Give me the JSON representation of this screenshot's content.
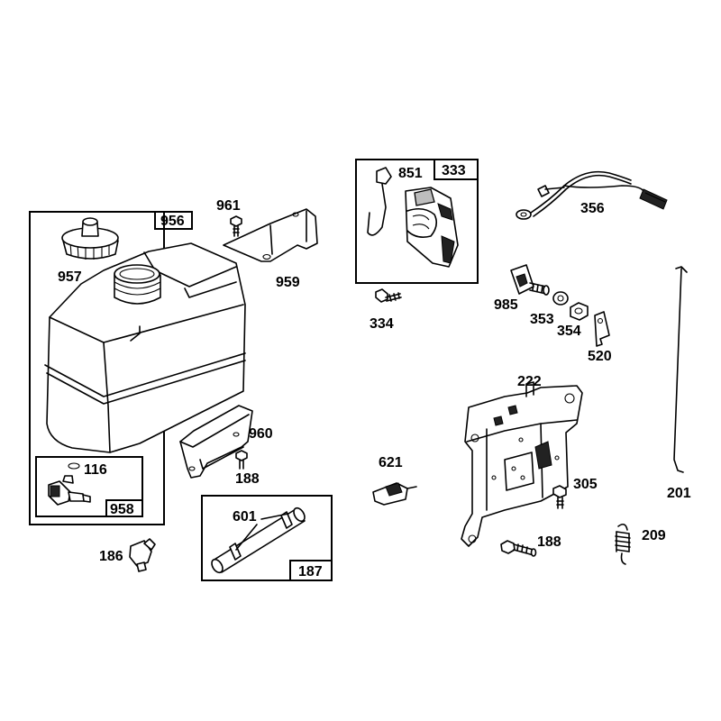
{
  "parts": {
    "fuel_tank_kit": "956",
    "fuel_cap": "957",
    "fuel_shutoff_kit": "958",
    "fuel_valve": "116",
    "elbow_fitting": "186",
    "bracket_screw_top": "961",
    "tank_bracket": "959",
    "tank_strap": "960",
    "screw_lower": "188",
    "fuel_line_kit": "187",
    "hose_clamp": "601",
    "armature_kit": "333",
    "armature_magneto": "851",
    "screw_armature": "334",
    "ground_wire": "356",
    "switch": "985",
    "washer": "353",
    "nut": "354",
    "terminal": "520",
    "control_bracket": "222",
    "clip": "621",
    "screw_305": "305",
    "screw_188": "188",
    "spring": "209",
    "governor_link": "201"
  }
}
